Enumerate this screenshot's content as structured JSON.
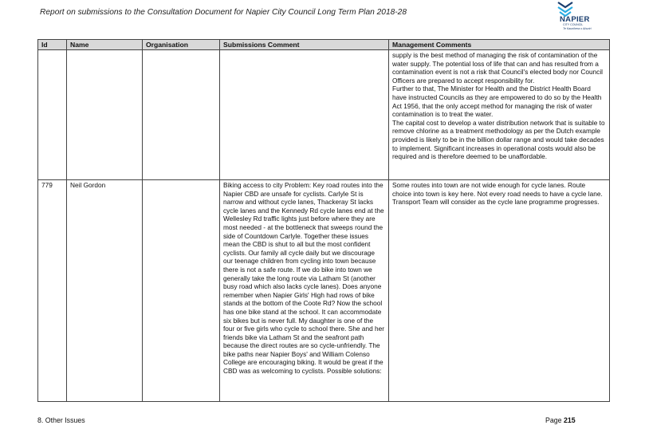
{
  "header": {
    "report_title": "Report on submissions to the Consultation Document for Napier City Council Long Term Plan 2018-28",
    "logo": {
      "name": "NAPIER",
      "sub": "CITY COUNCIL",
      "tagline": "Te Kaunihera o Ahuriri",
      "icon": "waves-icon",
      "color_dark": "#1a3d6e",
      "color_light": "#29abe2"
    }
  },
  "table": {
    "columns": [
      "Id",
      "Name",
      "Organisation",
      "Submissions Comment",
      "Management Comments"
    ],
    "rows": [
      {
        "id": "",
        "name": "",
        "organisation": "",
        "submission": [],
        "management": [
          "supply is the best method of managing the risk of contamination of the water supply. The potential loss of life that can and has resulted from a contamination event is not a risk that Council's elected body nor Council Officers are prepared to accept responsibility for.",
          "Further to that, The Minister for Health and the District Health Board have instructed Councils as they are empowered to do so by the Health Act 1956, that the only accept method for managing the risk of water contamination is to treat the water.",
          "The capital cost to develop a water distribution network that is suitable to remove chlorine as a treatment methodology as per the Dutch example provided is likely to be in the billion dollar range and would take decades to implement. Significant increases in operational costs would also be required and is therefore deemed to be unaffordable."
        ]
      },
      {
        "id": "779",
        "name": "Neil Gordon",
        "organisation": "",
        "submission": [
          "Biking access to city Problem:  Key road routes into the Napier CBD are unsafe for cyclists. Carlyle St is narrow and without cycle lanes, Thackeray St lacks cycle lanes and the Kennedy Rd cycle lanes end at the Wellesley Rd traffic lights just before where they are most needed - at the bottleneck that sweeps round the side of Countdown Carlyle. Together these issues mean the CBD is shut to all but the most confident cyclists.  Our family all cycle daily but we discourage our teenage children from cycling into town because there is not a safe route. If we do bike into town we generally take the long route via Latham St (another busy road which also lacks cycle lanes).  Does anyone remember when Napier Girls' High had rows of bike stands at the bottom of the Coote Rd? Now the school has one bike stand at the school. It can accommodate six bikes but is never full. My daughter is one of the four or five girls who cycle to school there. She and her friends bike via Latham St and the seafront path because the direct routes are so cycle-unfriendly. The bike paths near Napier Boys'  and William Colenso College are encouraging biking. It would be great if the CBD was as welcoming to cyclists. Possible solutions:"
        ],
        "management": [
          "Some routes into town are not wide enough for cycle lanes. Route choice into town is key here. Not every road needs to have a cycle lane.",
          "Transport Team will consider as the cycle lane programme progresses."
        ]
      }
    ]
  },
  "footer": {
    "section": "8. Other Issues",
    "page_label": "Page",
    "page_number": "215"
  }
}
